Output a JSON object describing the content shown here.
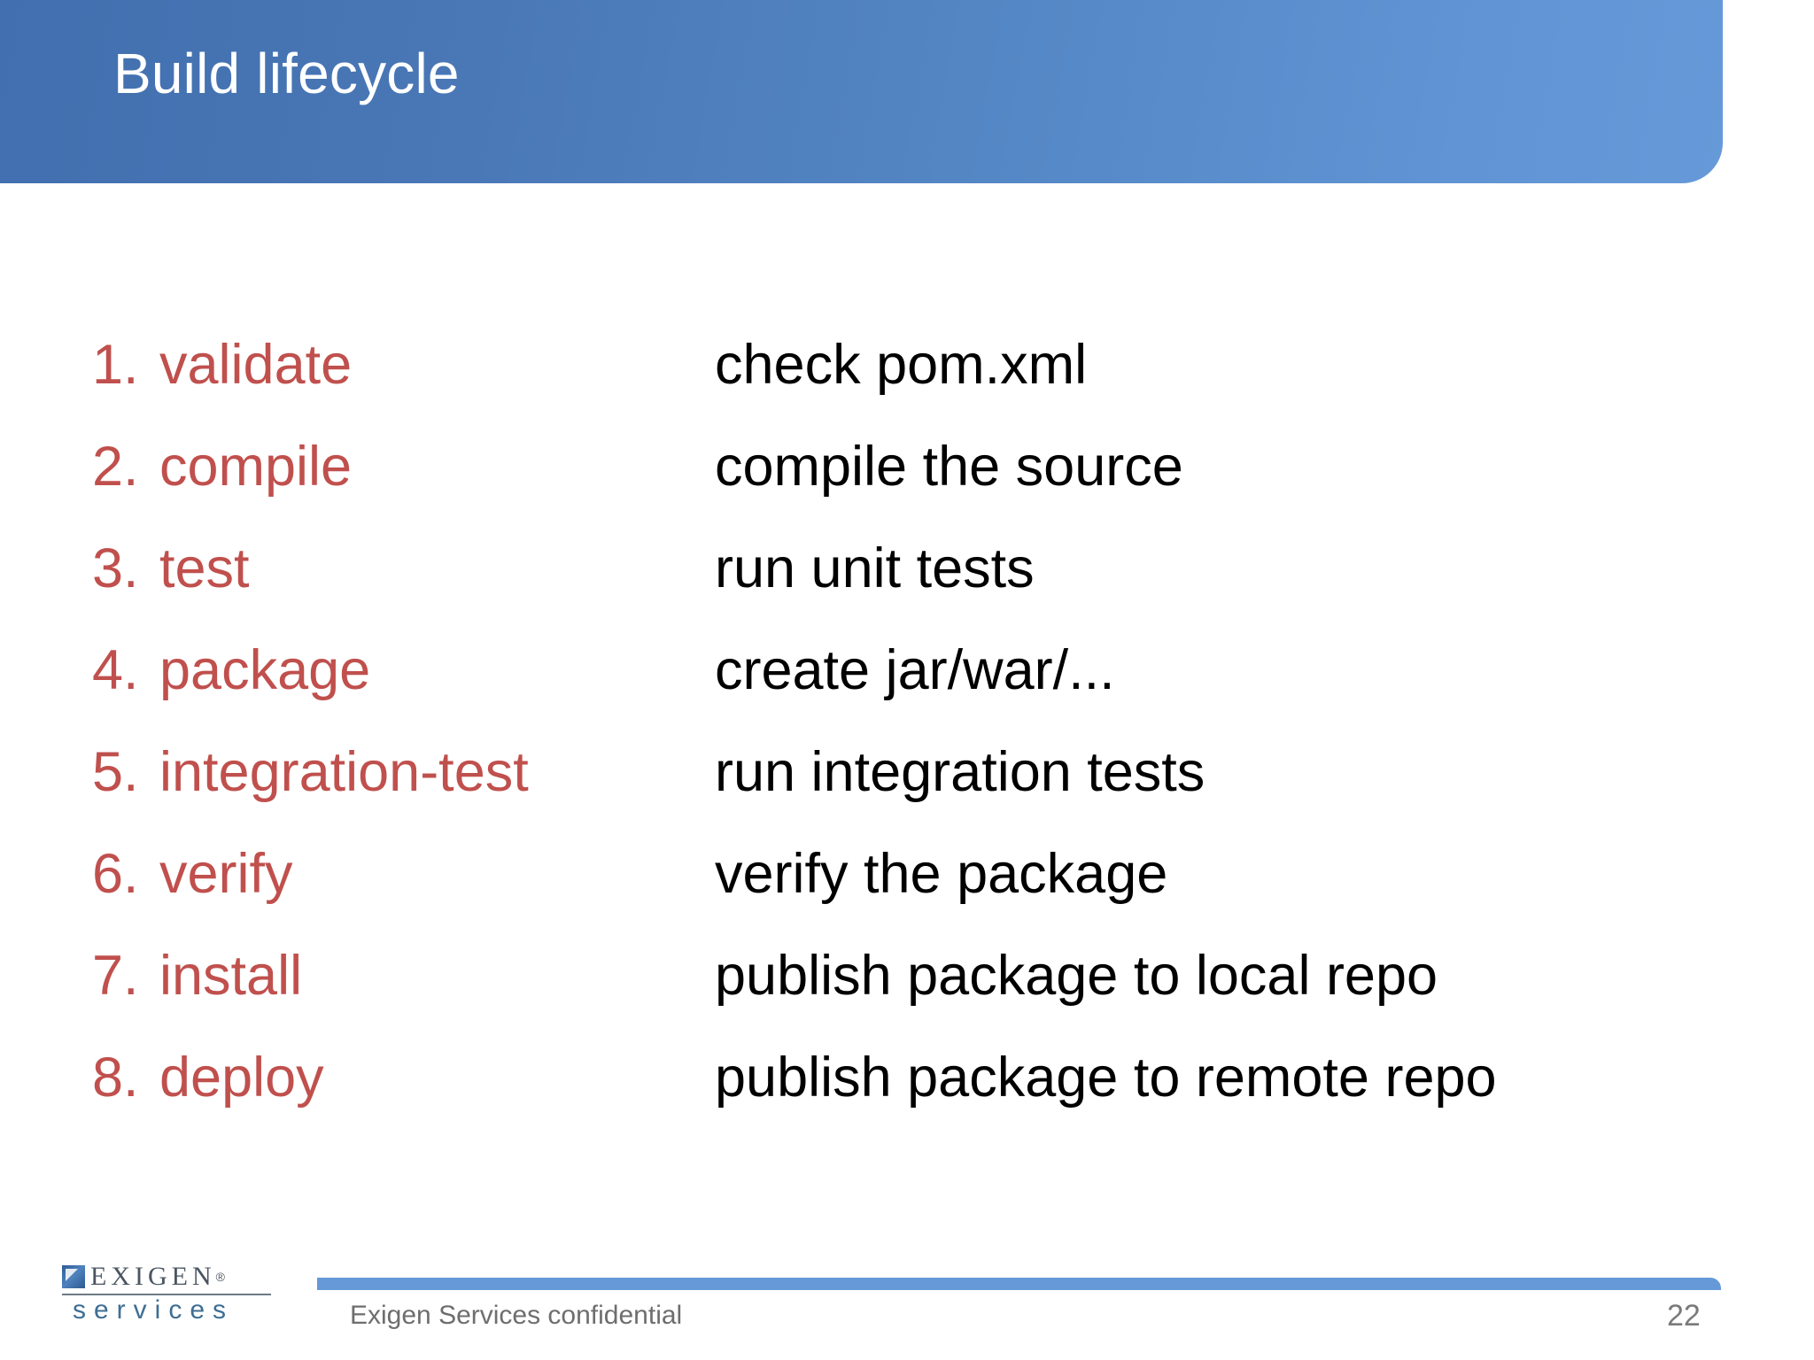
{
  "slide": {
    "title": "Build lifecycle",
    "page_number": "22"
  },
  "theme": {
    "banner_blue_left": "#416FAF",
    "banner_blue_right": "#6699D8",
    "accent_red": "#C0504D",
    "body_black": "#000000",
    "footer_gray": "#6E6E6E"
  },
  "lifecycle": {
    "rows": [
      {
        "number": "1.",
        "phase": "validate",
        "description": "check pom.xml"
      },
      {
        "number": "2.",
        "phase": "compile",
        "description": "compile the source"
      },
      {
        "number": "3.",
        "phase": "test",
        "description": "run unit tests"
      },
      {
        "number": "4.",
        "phase": "package",
        "description": "create jar/war/..."
      },
      {
        "number": "5.",
        "phase": "integration-test",
        "description": "run integration tests"
      },
      {
        "number": "6.",
        "phase": "verify",
        "description": "verify the package"
      },
      {
        "number": "7.",
        "phase": "install",
        "description": "publish package to local repo"
      },
      {
        "number": "8.",
        "phase": "deploy",
        "description": "publish package to remote repo"
      }
    ]
  },
  "footer": {
    "confidential_note": "Exigen Services confidential",
    "logo": {
      "word": "EXIGEN",
      "registered": "®",
      "sub": "services"
    }
  }
}
